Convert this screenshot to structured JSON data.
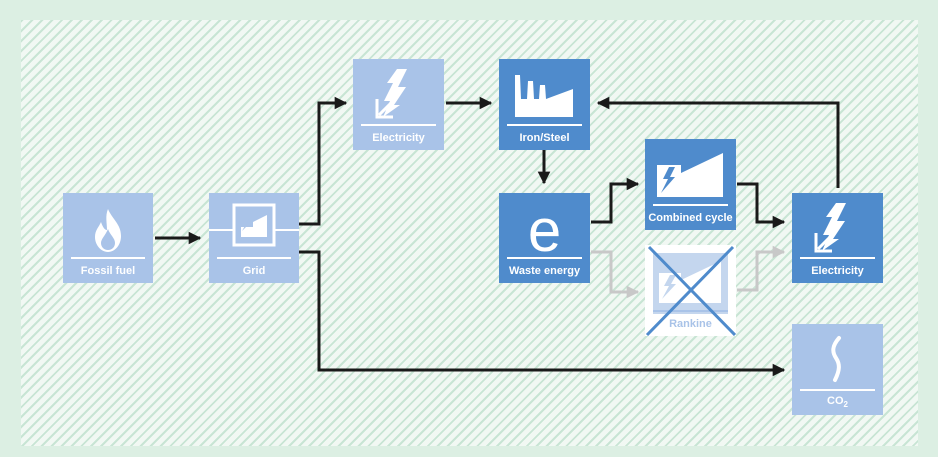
{
  "boxes": {
    "fossil_fuel": {
      "label": "Fossil fuel",
      "icon": "flame-icon"
    },
    "grid": {
      "label": "Grid",
      "icon": "grid-plant-icon"
    },
    "electricity_top": {
      "label": "Electricity",
      "icon": "lightning-icon"
    },
    "iron_steel": {
      "label": "Iron/Steel",
      "icon": "factory-icon"
    },
    "waste_energy": {
      "label": "Waste energy",
      "icon": "letter-e-icon"
    },
    "combined_cycle": {
      "label": "Combined cycle",
      "icon": "power-plant-icon"
    },
    "rankine": {
      "label": "Rankine",
      "icon": "power-plant-icon",
      "status": "crossed-out"
    },
    "electricity_right": {
      "label": "Electricity",
      "icon": "lightning-icon"
    },
    "co2": {
      "label": "CO",
      "subscript": "2",
      "icon": "smoke-icon"
    }
  },
  "colors": {
    "background": "#dcefe3",
    "box_light": "#a9c3e8",
    "box_dark": "#4f8bcc",
    "arrow": "#1a1a1a",
    "arrow_disabled": "#c8c8c8",
    "cross": "#4f8bcc"
  }
}
